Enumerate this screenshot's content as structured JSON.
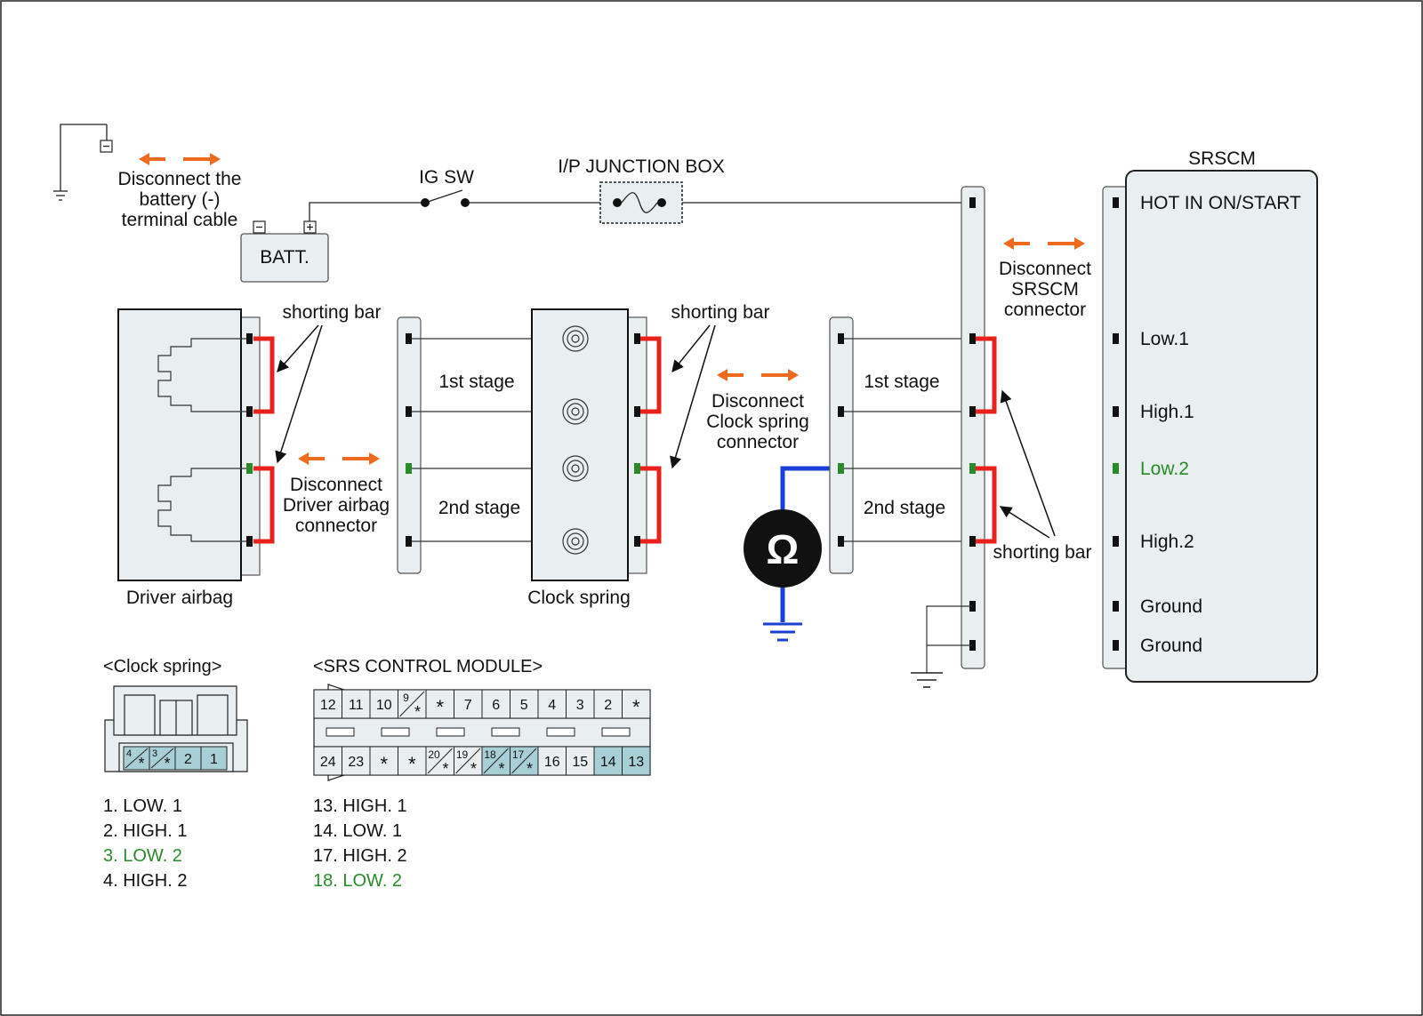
{
  "colors": {
    "shorting_bar": "#e8211b",
    "meter_wire": "#1a3fd6",
    "disconnect_arrow": "#ee6a1e",
    "green_pin": "#2a8a2a",
    "connector_fill": "#e9eff0",
    "pin_highlight_fill": "#a8cfd6"
  },
  "icons": {
    "battery_terminal_negative": "minus-box-icon",
    "battery_terminal_positive": "plus-box-icon",
    "ground": "ground-icon",
    "ohmmeter": "ohmmeter-icon",
    "fuse": "fuse-icon",
    "clock_spring_coil": "coil-icon",
    "disconnect": "double-arrow-icon"
  },
  "battery": {
    "disconnect_note": [
      "Disconnect the",
      "battery (-)",
      "terminal cable"
    ],
    "label": "BATT.",
    "neg_terminal": "-",
    "pos_terminal": "+"
  },
  "ig_sw": {
    "label": "IG SW"
  },
  "junction_box": {
    "label": "I/P JUNCTION BOX"
  },
  "srscm": {
    "title": "SRSCM",
    "pins": [
      {
        "label": "HOT IN ON/START",
        "green": false
      },
      {
        "label": "Low.1",
        "green": false
      },
      {
        "label": "High.1",
        "green": false
      },
      {
        "label": "Low.2",
        "green": true
      },
      {
        "label": "High.2",
        "green": false
      },
      {
        "label": "Ground",
        "green": false
      },
      {
        "label": "Ground",
        "green": false
      }
    ],
    "disconnect_note": [
      "Disconnect",
      "SRSCM",
      "connector"
    ]
  },
  "driver_airbag": {
    "label": "Driver airbag",
    "disconnect_note": [
      "Disconnect",
      "Driver airbag",
      "connector"
    ]
  },
  "clock_spring": {
    "label": "Clock spring",
    "disconnect_note": [
      "Disconnect",
      "Clock spring",
      "connector"
    ]
  },
  "stages": {
    "first": "1st stage",
    "second": "2nd stage"
  },
  "shorting_bar_label": "shorting bar",
  "ohmmeter_symbol": "Ω",
  "clock_spring_connector": {
    "title": "<Clock spring>",
    "cells": [
      {
        "num": "4",
        "star": true,
        "hl": true
      },
      {
        "num": "3",
        "star": true,
        "hl": true
      },
      {
        "num": "2",
        "star": false,
        "hl": true
      },
      {
        "num": "1",
        "star": false,
        "hl": true
      }
    ],
    "legend": [
      {
        "text": "1. LOW. 1",
        "green": false
      },
      {
        "text": "2. HIGH. 1",
        "green": false
      },
      {
        "text": "3. LOW. 2",
        "green": true
      },
      {
        "text": "4. HIGH. 2",
        "green": false
      }
    ]
  },
  "srs_module_connector": {
    "title": "<SRS CONTROL MODULE>",
    "top_row": [
      {
        "num": "12",
        "type": "plain"
      },
      {
        "num": "11",
        "type": "plain"
      },
      {
        "num": "10",
        "type": "plain"
      },
      {
        "num": "9",
        "type": "split"
      },
      {
        "num": "*",
        "type": "star"
      },
      {
        "num": "7",
        "type": "plain"
      },
      {
        "num": "6",
        "type": "plain"
      },
      {
        "num": "5",
        "type": "plain"
      },
      {
        "num": "4",
        "type": "plain"
      },
      {
        "num": "3",
        "type": "plain"
      },
      {
        "num": "2",
        "type": "plain"
      },
      {
        "num": "*",
        "type": "star"
      }
    ],
    "bottom_row": [
      {
        "num": "24",
        "type": "plain"
      },
      {
        "num": "23",
        "type": "plain"
      },
      {
        "num": "*",
        "type": "star"
      },
      {
        "num": "*",
        "type": "star"
      },
      {
        "num": "20",
        "type": "split"
      },
      {
        "num": "19",
        "type": "split"
      },
      {
        "num": "18",
        "type": "split",
        "hl": true
      },
      {
        "num": "17",
        "type": "split",
        "hl": true
      },
      {
        "num": "16",
        "type": "plain"
      },
      {
        "num": "15",
        "type": "plain"
      },
      {
        "num": "14",
        "type": "plain",
        "hl": true
      },
      {
        "num": "13",
        "type": "plain",
        "hl": true
      }
    ],
    "legend": [
      {
        "text": "13. HIGH. 1",
        "green": false
      },
      {
        "text": "14. LOW. 1",
        "green": false
      },
      {
        "text": "17. HIGH. 2",
        "green": false
      },
      {
        "text": "18. LOW. 2",
        "green": true
      }
    ]
  }
}
